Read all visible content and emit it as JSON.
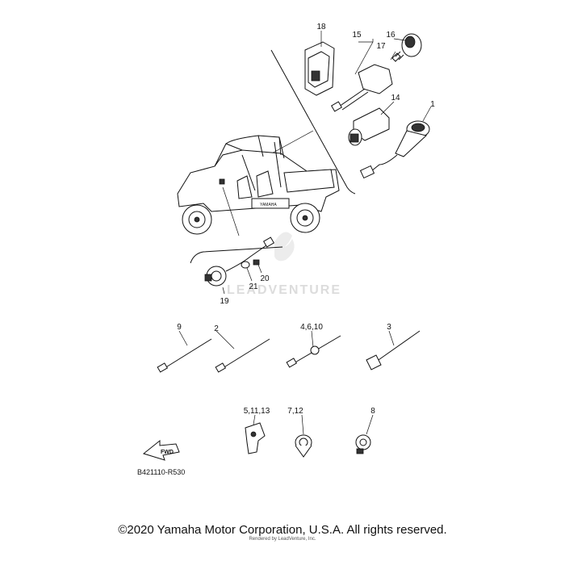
{
  "diagram": {
    "watermark": "LEADVENTURE",
    "part_code": "B421110-R530",
    "fwd_label": "FWD",
    "callouts": {
      "c1": "1",
      "c2": "2",
      "c3": "3",
      "c4_6_10": "4,6,10",
      "c5_11_13": "5,11,13",
      "c7_12": "7,12",
      "c8": "8",
      "c9": "9",
      "c14": "14",
      "c15": "15",
      "c16": "16",
      "c17": "17",
      "c18": "18",
      "c19": "19",
      "c20": "20",
      "c21": "21"
    }
  },
  "footer": {
    "copyright": "©2020 Yamaha Motor Corporation, U.S.A. All rights reserved.",
    "rendered_by": "Rendered by LeadVenture, Inc."
  }
}
